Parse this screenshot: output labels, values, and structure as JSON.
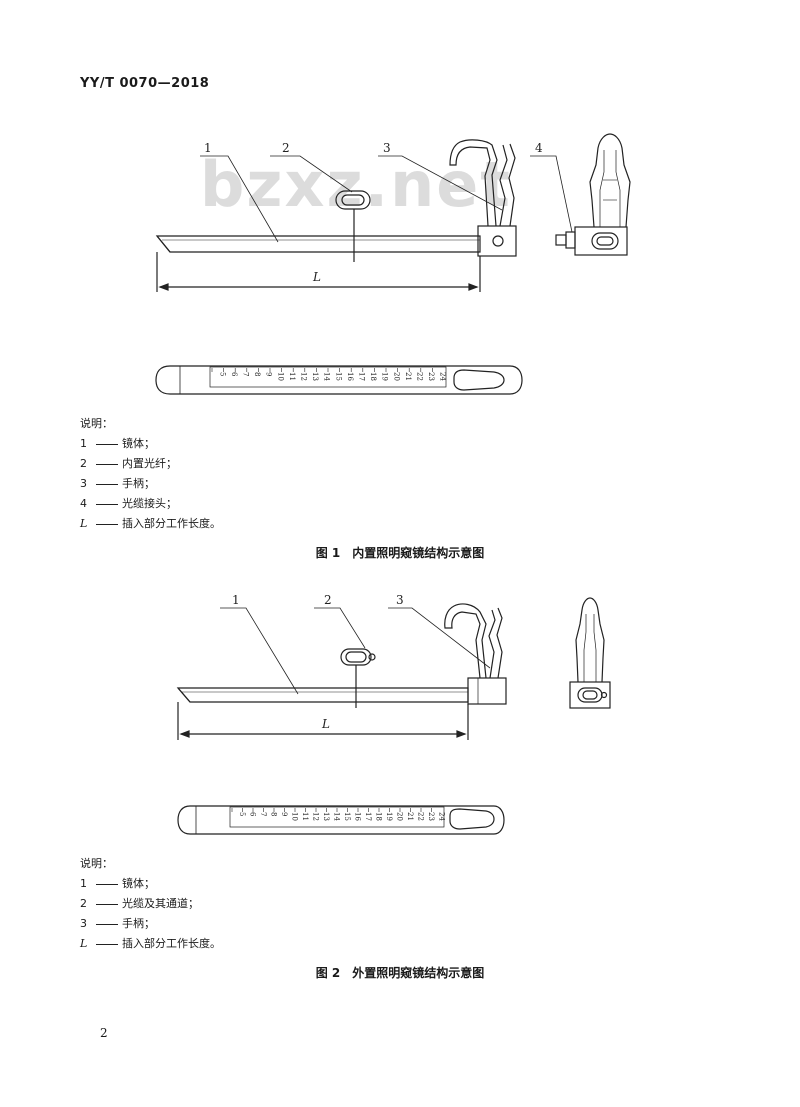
{
  "header": {
    "standard_no": "YY/T 0070—2018"
  },
  "watermark": "bzxz.net",
  "figure1": {
    "callouts": [
      "1",
      "2",
      "3",
      "4"
    ],
    "dimension_label": "L",
    "scale_marks": [
      "5",
      "6",
      "7",
      "8",
      "9",
      "10",
      "11",
      "12",
      "13",
      "14",
      "15",
      "16",
      "17",
      "18",
      "19",
      "20",
      "21",
      "22",
      "23",
      "24"
    ],
    "legend_title": "说明：",
    "legend": [
      {
        "key": "1",
        "text": "镜体；"
      },
      {
        "key": "2",
        "text": "内置光纤；"
      },
      {
        "key": "3",
        "text": "手柄；"
      },
      {
        "key": "4",
        "text": "光缆接头；"
      },
      {
        "key": "L",
        "text": "插入部分工作长度。"
      }
    ],
    "caption_num": "图 1",
    "caption_title": "内置照明窥镜结构示意图"
  },
  "figure2": {
    "callouts": [
      "1",
      "2",
      "3"
    ],
    "dimension_label": "L",
    "scale_marks": [
      "5",
      "6",
      "7",
      "8",
      "9",
      "10",
      "11",
      "12",
      "13",
      "14",
      "15",
      "16",
      "17",
      "18",
      "19",
      "20",
      "21",
      "22",
      "23",
      "24"
    ],
    "legend_title": "说明：",
    "legend": [
      {
        "key": "1",
        "text": "镜体；"
      },
      {
        "key": "2",
        "text": "光缆及其通道；"
      },
      {
        "key": "3",
        "text": "手柄；"
      },
      {
        "key": "L",
        "text": "插入部分工作长度。"
      }
    ],
    "caption_num": "图 2",
    "caption_title": "外置照明窥镜结构示意图"
  },
  "page_number": "2"
}
